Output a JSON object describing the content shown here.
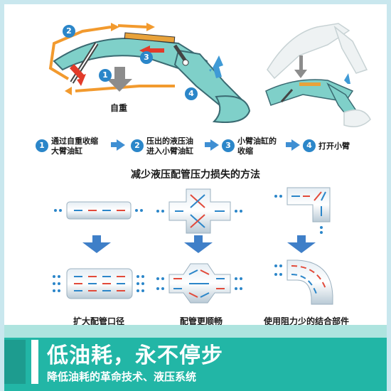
{
  "top_diagram": {
    "markers": [
      "1",
      "2",
      "3",
      "4"
    ],
    "self_weight_label": "自重"
  },
  "steps": [
    {
      "num": "1",
      "line1": "通过自重收缩",
      "line2": "大臂油缸"
    },
    {
      "num": "2",
      "line1": "压出的液压油",
      "line2": "进入小臂油缸"
    },
    {
      "num": "3",
      "line1": "小臂油缸的",
      "line2": "收缩"
    },
    {
      "num": "4",
      "line1": "打开小臂",
      "line2": ""
    }
  ],
  "section_title": "减少液压配管压力损失的方法",
  "methods": [
    {
      "caption": "扩大配管口径"
    },
    {
      "caption": "配管更顺畅"
    },
    {
      "caption": "使用阻力少的结合部件"
    }
  ],
  "banner": {
    "title": "低油耗，永不停步",
    "subtitle": "降低油耗的革命技术、液压系统"
  },
  "colors": {
    "accent_blue": "#2b86c9",
    "arm_teal": "#7fd0c9",
    "arrow_orange": "#f29a2e",
    "banner_teal": "#22b6a6"
  }
}
